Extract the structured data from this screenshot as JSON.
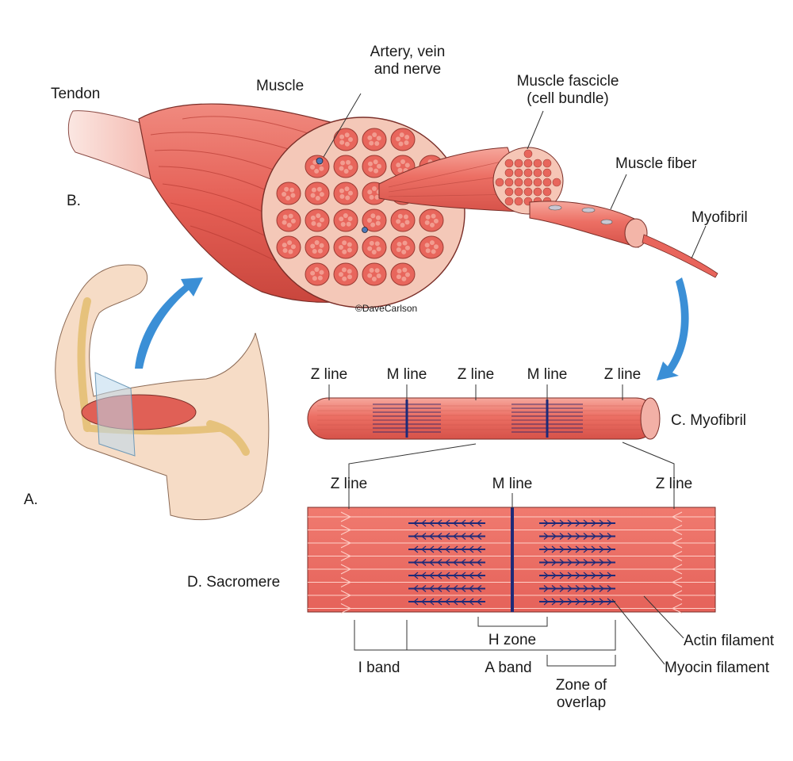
{
  "labels": {
    "tendon": "Tendon",
    "muscle": "Muscle",
    "vessels_line1": "Artery, vein",
    "vessels_line2": "and nerve",
    "fascicle_line1": "Muscle fascicle",
    "fascicle_line2": "(cell bundle)",
    "muscle_fiber": "Muscle fiber",
    "myofibril": "Myofibril",
    "panel_a": "A.",
    "panel_b": "B.",
    "panel_c": "C. Myofibril",
    "panel_d": "D. Sacromere",
    "copyright": "©DaveCarlson",
    "z_line": "Z line",
    "m_line": "M line",
    "h_zone": "H zone",
    "i_band": "I band",
    "a_band": "A band",
    "overlap_line1": "Zone of",
    "overlap_line2": "overlap",
    "actin": "Actin filament",
    "myocin": "Myocin filament"
  },
  "colors": {
    "muscle": "#e8695f",
    "muscle_light": "#f4a89c",
    "muscle_dark": "#c2453c",
    "myosin": "#1e2a78",
    "arrow": "#3b8fd6",
    "skin": "#f3d5b8",
    "bone": "#f1d49a"
  }
}
